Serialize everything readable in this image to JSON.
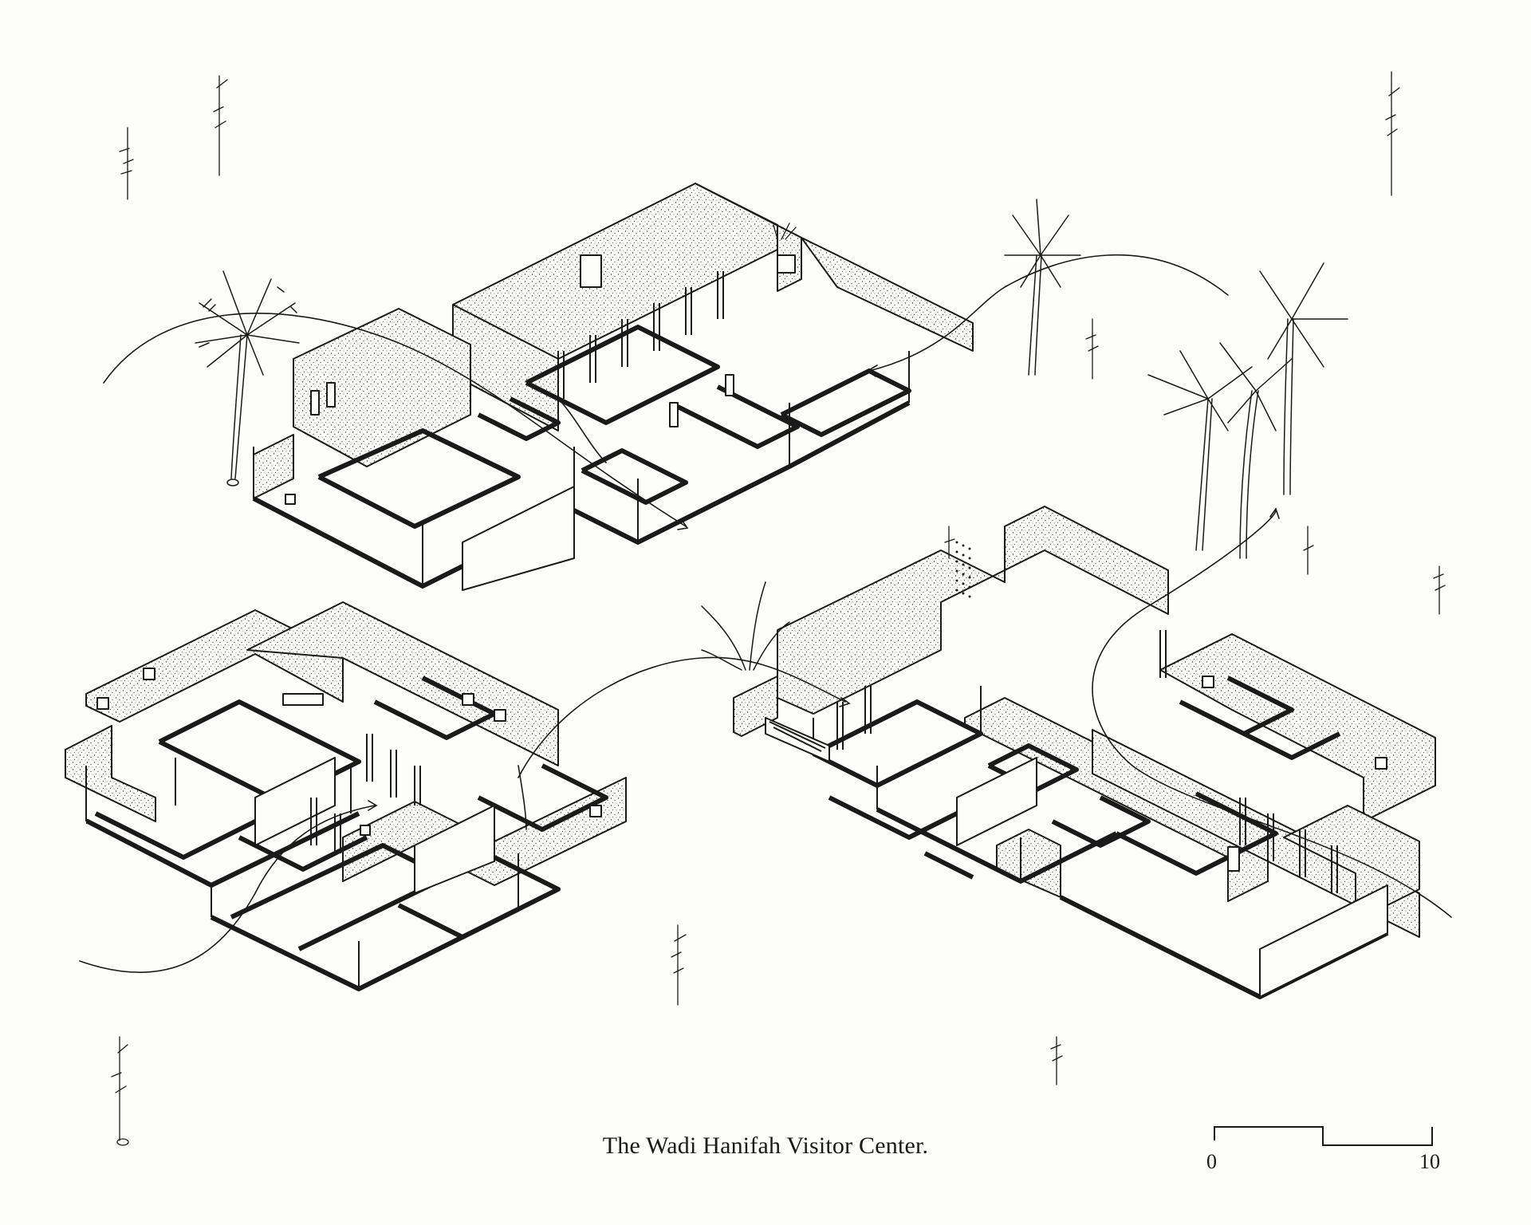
{
  "caption": "The Wadi Hanifah Visitor Center.",
  "scale_bar": {
    "start_label": "0",
    "end_label": "10"
  },
  "colors": {
    "ink": "#1a1a1a",
    "paper": "#fdfdfb",
    "stipple": "#3a3a3a"
  },
  "drawing": {
    "buildings": [
      {
        "name": "north-pavilion"
      },
      {
        "name": "east-pavilion"
      },
      {
        "name": "west-pavilion"
      }
    ],
    "vegetation": [
      "palm-tree",
      "palm-cluster",
      "grass-tuft"
    ]
  }
}
